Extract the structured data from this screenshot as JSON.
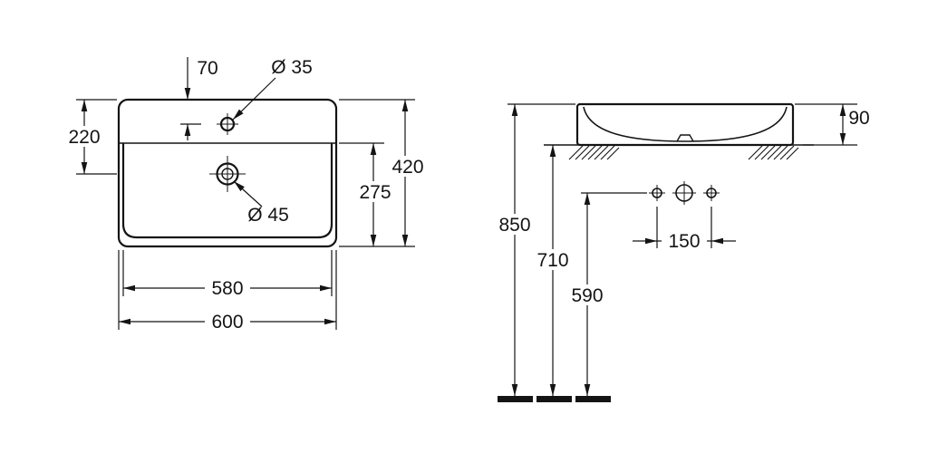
{
  "page": {
    "background": "#ffffff",
    "line_color": "#141414"
  },
  "drawing": {
    "subject": "washbasin-dimensional-drawing",
    "plan_view": {
      "tap_hole_offset": "70",
      "tap_hole_diameter": "Ø 35",
      "drain_offset": "220",
      "total_depth": "420",
      "bowl_front_depth": "275",
      "drain_diameter": "Ø 45",
      "bowl_width": "580",
      "total_width": "600"
    },
    "front_view": {
      "basin_height": "90",
      "rim_height": "850",
      "underside_height": "710",
      "drain_height": "590",
      "tap_hole_spacing": "150"
    }
  }
}
